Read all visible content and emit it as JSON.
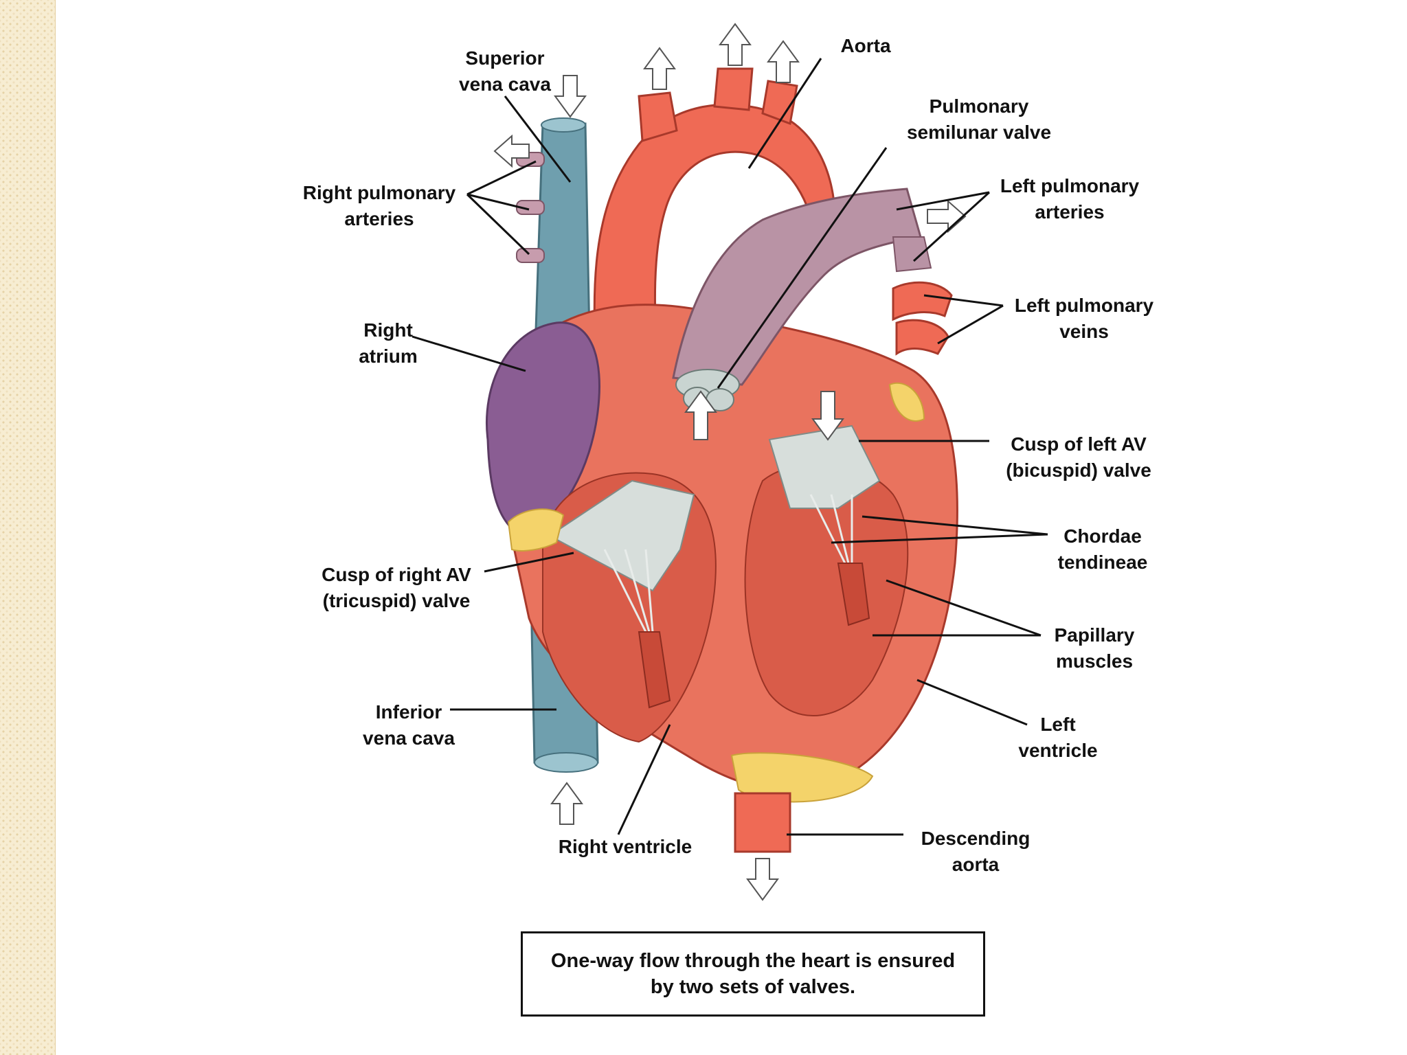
{
  "labels": {
    "superior_vena_cava": [
      "Superior",
      "vena cava"
    ],
    "aorta": [
      "Aorta"
    ],
    "pulmonary_semilunar_valve": [
      "Pulmonary",
      "semilunar valve"
    ],
    "right_pulmonary_arteries": [
      "Right pulmonary",
      "arteries"
    ],
    "left_pulmonary_arteries": [
      "Left pulmonary",
      "arteries"
    ],
    "left_pulmonary_veins": [
      "Left pulmonary",
      "veins"
    ],
    "right_atrium": [
      "Right",
      "atrium"
    ],
    "cusp_left_av": [
      "Cusp of left AV",
      "(bicuspid) valve"
    ],
    "chordae_tendineae": [
      "Chordae",
      "tendineae"
    ],
    "cusp_right_av": [
      "Cusp of right AV",
      "(tricuspid) valve"
    ],
    "papillary_muscles": [
      "Papillary",
      "muscles"
    ],
    "inferior_vena_cava": [
      "Inferior",
      "vena cava"
    ],
    "left_ventricle": [
      "Left",
      "ventricle"
    ],
    "descending_aorta": [
      "Descending",
      "aorta"
    ],
    "right_ventricle": [
      "Right ventricle"
    ]
  },
  "caption": [
    "One-way flow through the heart is ensured",
    "by two sets of valves."
  ],
  "colors": {
    "heart_wall": "#e9735e",
    "chamber": "#d95c49",
    "aorta": "#ef6a55",
    "vena_cava": "#6f9fae",
    "pulmonary_trunk": "#b993a5",
    "right_atrium": "#8a5d93",
    "valve": "#d7dedb",
    "fat": "#f4d36a",
    "leader_line": "#111111"
  }
}
